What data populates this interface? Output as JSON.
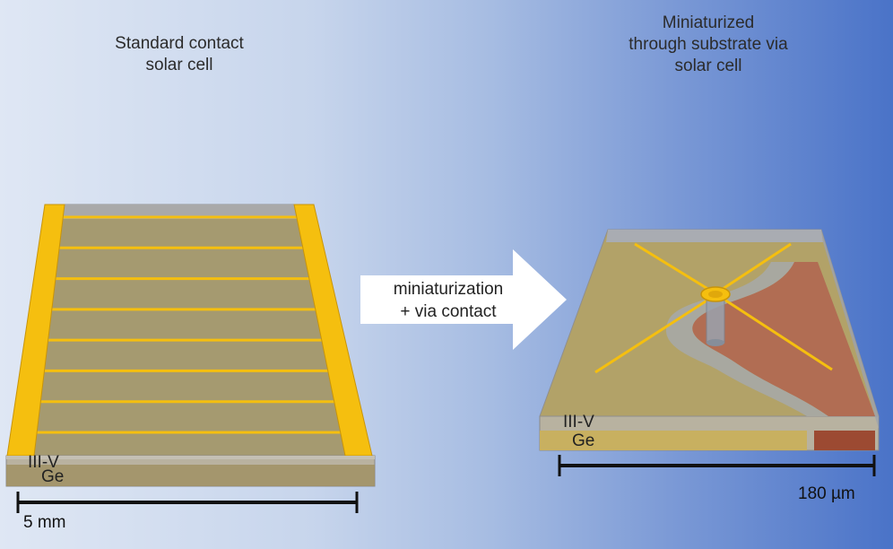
{
  "left": {
    "title": "Standard contact\nsolar cell",
    "layer_top": "III-V",
    "layer_bottom": "Ge",
    "scale_label": "5 mm",
    "grid_finger_count": 8
  },
  "right": {
    "title": "Miniaturized\nthrough substrate via\nsolar cell",
    "layer_top": "III-V",
    "layer_bottom": "Ge",
    "scale_label": "180 µm"
  },
  "arrow": {
    "text": "miniaturization\n+ via contact"
  },
  "colors": {
    "contact_gold": "#f5bf0f",
    "active_area": "#a89a6a",
    "rear_contact": "#b05a45",
    "cell_edge": "#9a9a9a",
    "arrow_fill": "#ffffff",
    "scale_bar": "#111111"
  }
}
